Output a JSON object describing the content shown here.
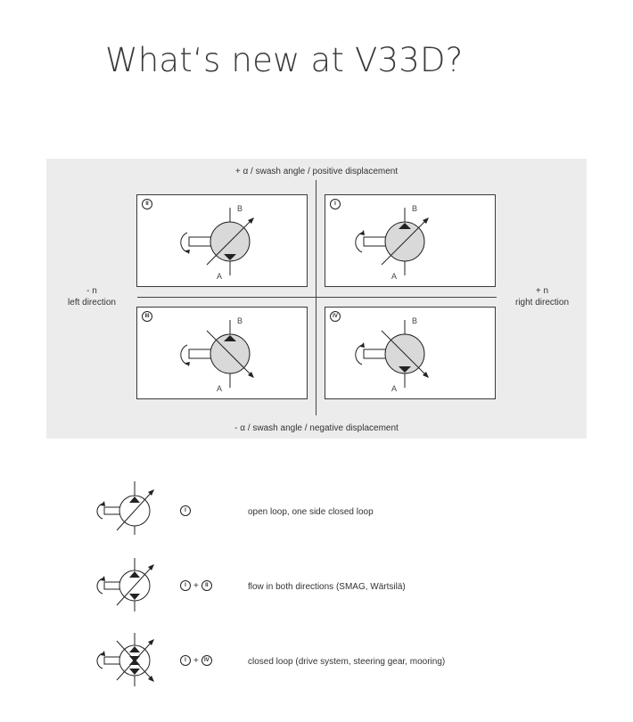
{
  "title": "What‘s new at V33D?",
  "diagram": {
    "top_label": "+ α / swash angle / positive displacement",
    "bottom_label": "- α / swash angle / negative displacement",
    "left_label_sign": "- n",
    "left_label_text": "left direction",
    "right_label_sign": "+ n",
    "right_label_text": "right direction",
    "quadrants": {
      "q2": {
        "roman": "II",
        "port_top": "B",
        "port_bottom": "A"
      },
      "q1": {
        "roman": "I",
        "port_top": "B",
        "port_bottom": "A"
      },
      "q3": {
        "roman": "III",
        "port_top": "B",
        "port_bottom": "A"
      },
      "q4": {
        "roman": "IV",
        "port_top": "B",
        "port_bottom": "A"
      }
    }
  },
  "legend": [
    {
      "code_a": "I",
      "plus": "",
      "code_b": "",
      "text": "open loop, one side closed loop"
    },
    {
      "code_a": "I",
      "plus": "+",
      "code_b": "II",
      "text": "flow in both directions (SMAG, Wärtsilä)"
    },
    {
      "code_a": "I",
      "plus": "+",
      "code_b": "IV",
      "text": "closed loop (drive system, steering gear, mooring)"
    }
  ],
  "colors": {
    "panel": "#ececec",
    "pump_fill": "#d9d9d9",
    "stroke": "#222222"
  }
}
